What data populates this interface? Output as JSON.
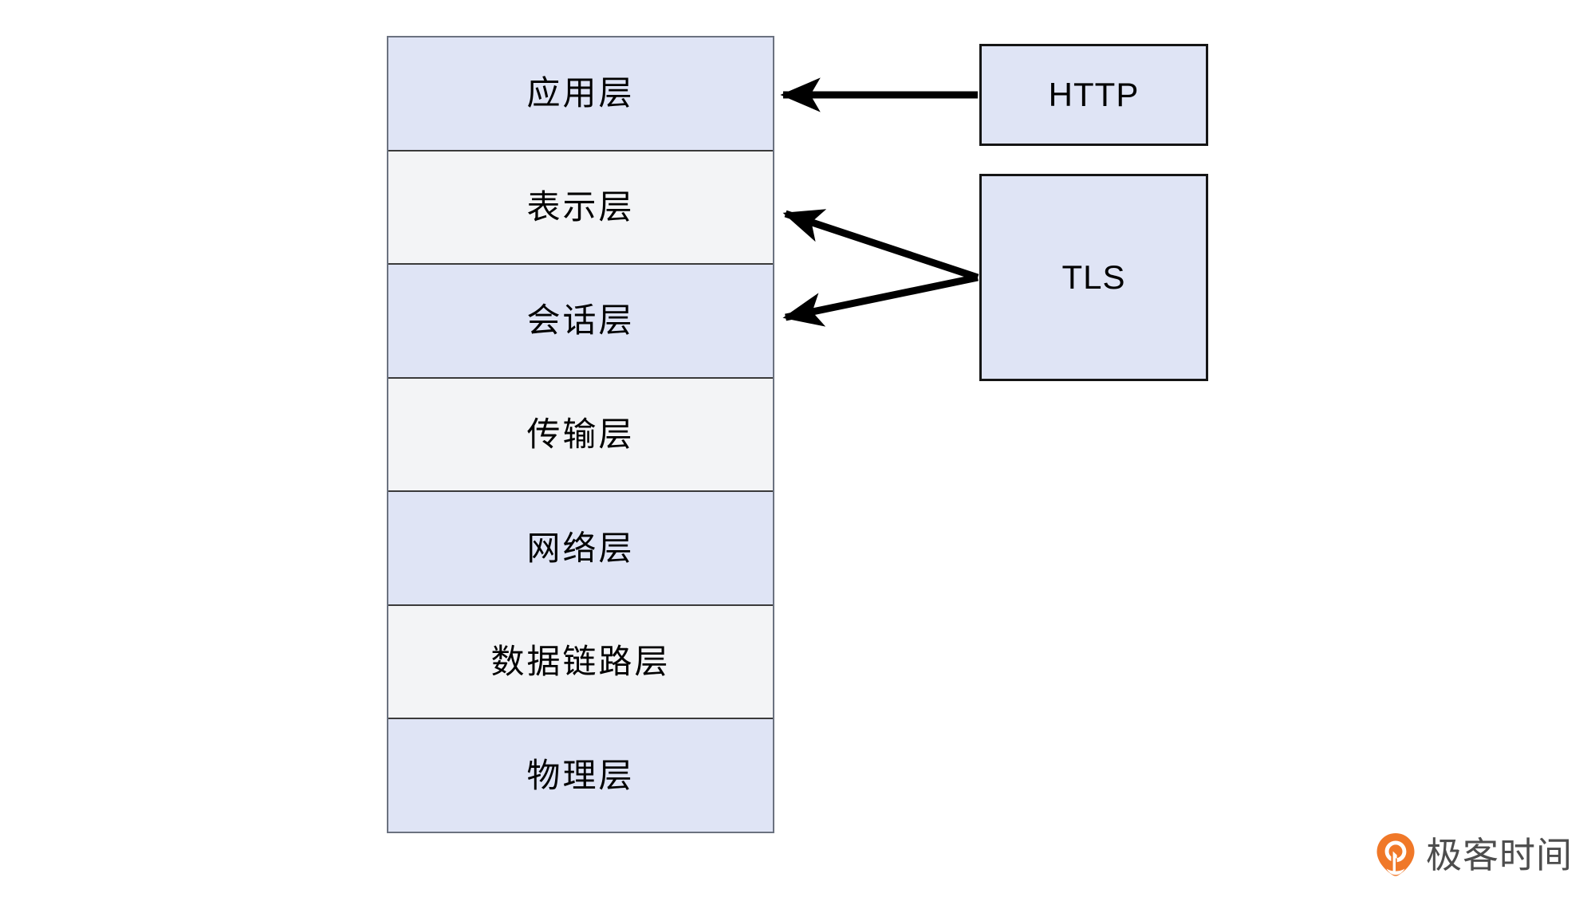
{
  "diagram": {
    "type": "layered-stack-with-mappings",
    "title_visible": false,
    "background_color": "#ffffff",
    "osi_stack": {
      "name": "OSI seven layer model",
      "fill_blue": "#dfe4f5",
      "fill_light": "#f3f4f6",
      "border_color": "#3a3a3a",
      "layers": [
        {
          "label": "应用层",
          "fill": "blue"
        },
        {
          "label": "表示层",
          "fill": "light"
        },
        {
          "label": "会话层",
          "fill": "blue"
        },
        {
          "label": "传输层",
          "fill": "light"
        },
        {
          "label": "网络层",
          "fill": "blue"
        },
        {
          "label": "数据链路层",
          "fill": "light"
        },
        {
          "label": "物理层",
          "fill": "blue"
        }
      ]
    },
    "protocol_boxes": [
      {
        "id": "http",
        "label": "HTTP",
        "fill": "#dfe4f5",
        "border": "#151515"
      },
      {
        "id": "tls",
        "label": "TLS",
        "fill": "#dfe4f5",
        "border": "#151515"
      }
    ],
    "connections": [
      {
        "from": "HTTP",
        "to": "应用层",
        "style": "solid-arrow",
        "direction": "right-to-left",
        "color": "#000000"
      },
      {
        "from": "TLS",
        "to": "表示层",
        "style": "solid-arrow",
        "direction": "right-to-left",
        "color": "#000000"
      },
      {
        "from": "TLS",
        "to": "会话层",
        "style": "solid-arrow",
        "direction": "right-to-left",
        "color": "#000000"
      }
    ]
  },
  "watermark": {
    "brand_text": "极客时间",
    "mark_icon": "location-pin-icon",
    "mark_color": "#f07828",
    "text_color": "#4d4d4d"
  }
}
